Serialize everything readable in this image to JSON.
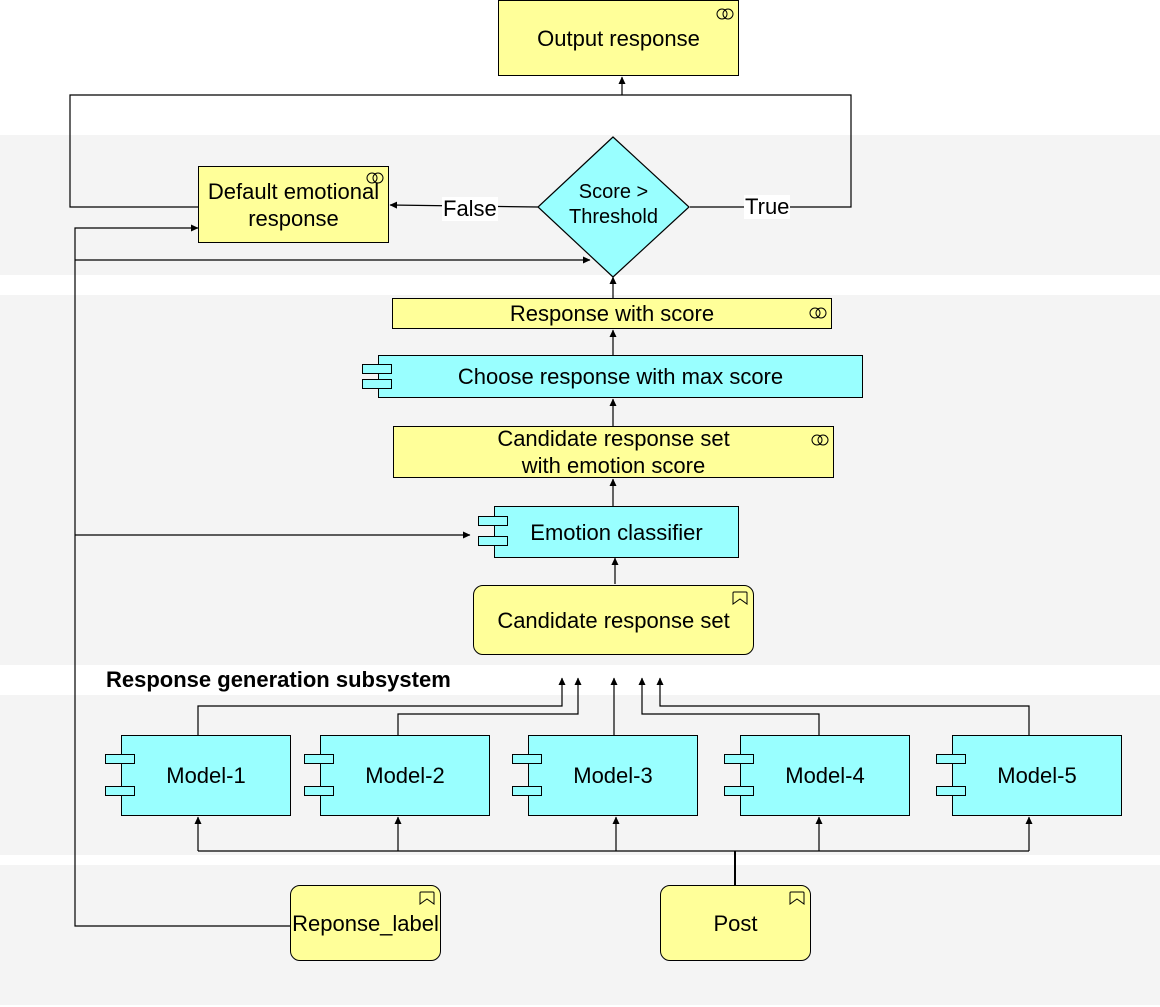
{
  "section_title": "Response generation subsystem",
  "nodes": {
    "output_response": "Output response",
    "default_emotional_response": "Default emotional response",
    "decision": "Score > Threshold",
    "response_with_score": "Response with score",
    "choose_max": "Choose response with max score",
    "candidate_with_score_line1": "Candidate response set",
    "candidate_with_score_line2": "with emotion score",
    "emotion_classifier": "Emotion classifier",
    "candidate_response_set": "Candidate response set",
    "post": "Post",
    "response_label": "Reponse_label"
  },
  "models": [
    "Model-1",
    "Model-2",
    "Model-3",
    "Model-4",
    "Model-5"
  ],
  "edge_labels": {
    "false": "False",
    "true": "True"
  },
  "colors": {
    "yellow": "#ffff99",
    "cyan": "#99ffff",
    "band": "#f4f4f4"
  },
  "icons": [
    "value-icon",
    "business-object-icon",
    "component-icon"
  ]
}
